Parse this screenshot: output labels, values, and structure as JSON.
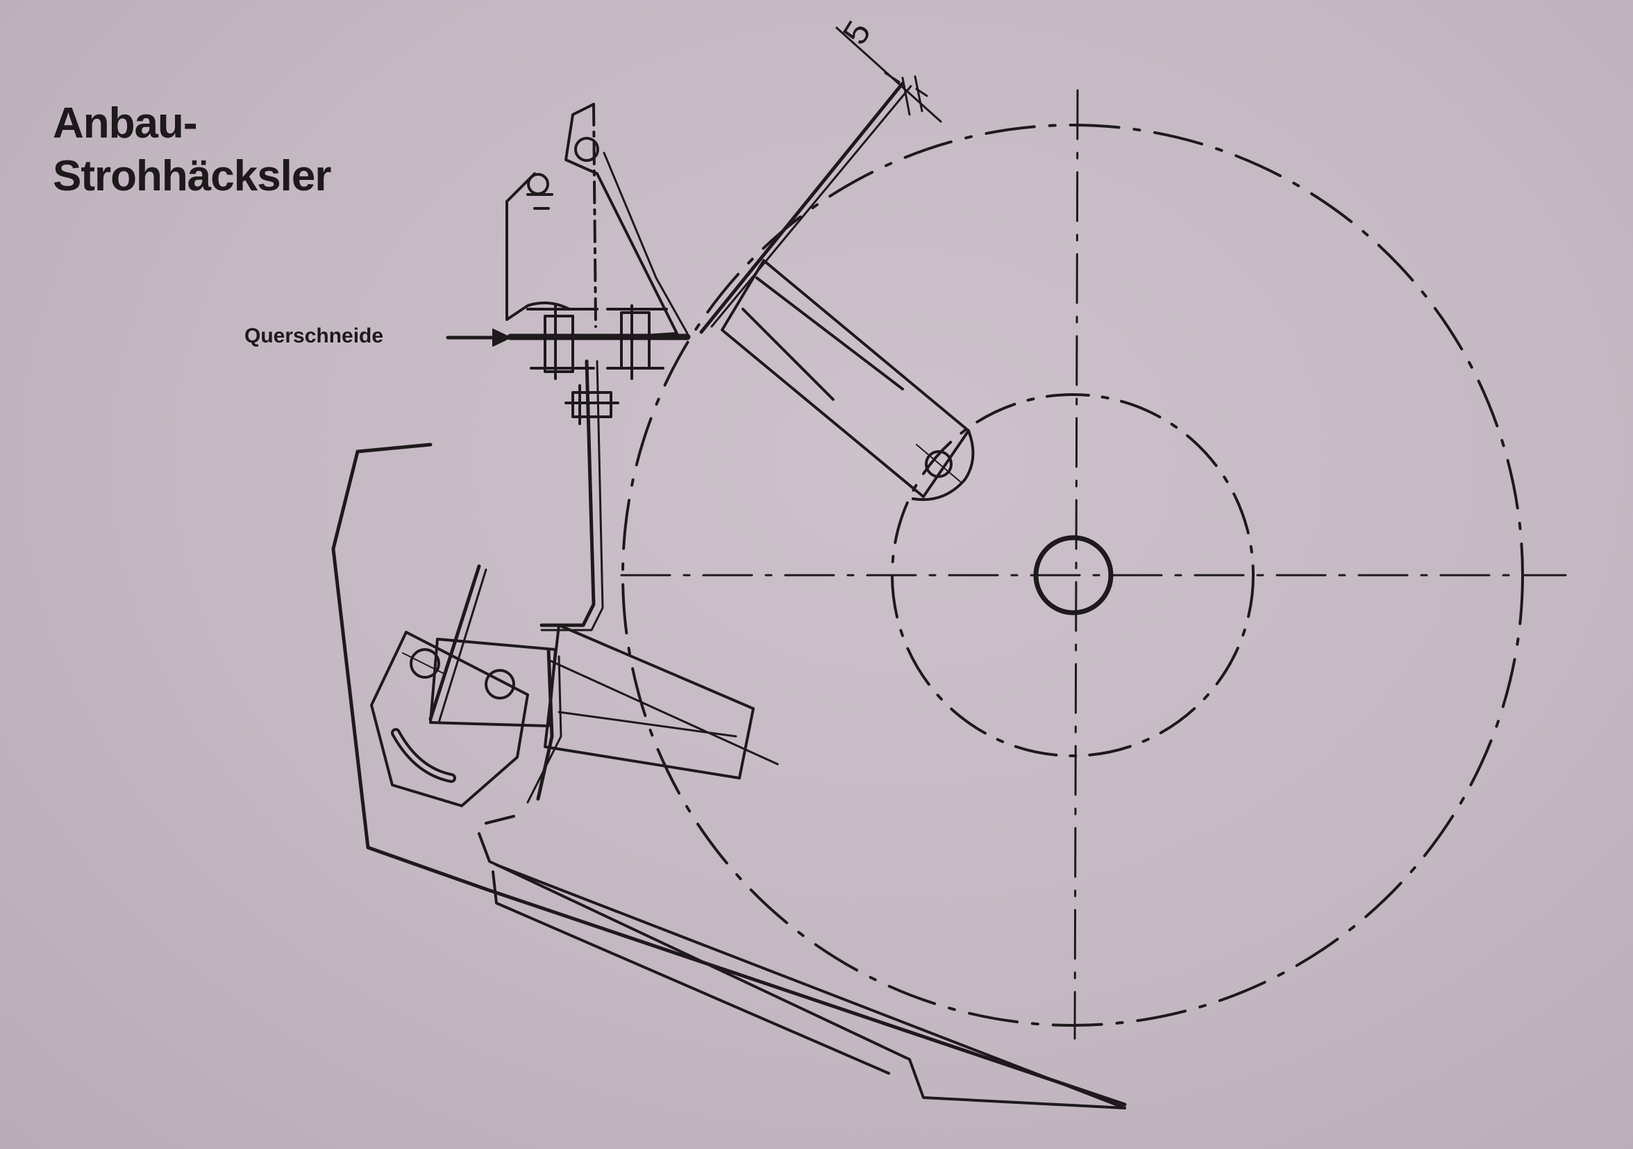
{
  "title": {
    "line1": "Anbau-",
    "line2": "Strohhäcksler"
  },
  "labels": {
    "cross_blade": "Querschneide",
    "dimension": "5"
  },
  "colors": {
    "background": "#c4b8c2",
    "ink": "#1e1a1c"
  }
}
